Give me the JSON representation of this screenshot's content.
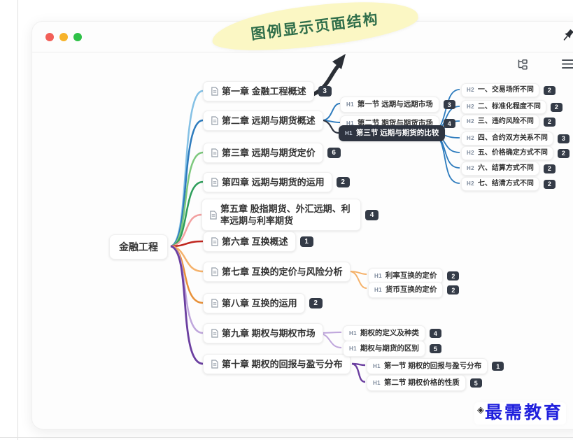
{
  "window": {
    "type": "mac-window",
    "traffic_lights": {
      "close": "#f25f58",
      "minimize": "#f7b32b",
      "zoom": "#2fc148"
    }
  },
  "toolbar": {
    "pin_icon": "push-pin",
    "structure_icon": "tree-structure",
    "menu_icon": "hamburger-menu"
  },
  "callout": {
    "text": "图例显示页面结构",
    "bg_color": "#fbf7c4",
    "text_color": "#2f6e4a",
    "arrow_color": "#2b2f36"
  },
  "mindmap": {
    "root": {
      "label": "金融工程"
    },
    "chapters": [
      {
        "icon": "document",
        "label": "第一章 金融工程概述",
        "badge": "3",
        "color": "#85c1e5"
      },
      {
        "icon": "document",
        "label": "第二章 远期与期货概述",
        "color": "#2d7bbd",
        "sections": [
          {
            "tag": "H1",
            "label": "第一节 远期与远期市场",
            "badge": "3"
          },
          {
            "tag": "H1",
            "label": "第二节 期货与期货市场",
            "badge": "4"
          },
          {
            "tag": "H1",
            "label": "第三节 远期与期货的比较",
            "selected": true,
            "line_color": "#2e3440",
            "children": [
              {
                "tag": "H2",
                "label": "一、交易场所不同",
                "badge": "2"
              },
              {
                "tag": "H2",
                "label": "二、标准化程度不同",
                "badge": "2"
              },
              {
                "tag": "H2",
                "label": "三、违约风险不同",
                "badge": "2"
              },
              {
                "tag": "H2",
                "label": "四、合约双方关系不同",
                "badge": "3"
              },
              {
                "tag": "H2",
                "label": "五、价格确定方式不同",
                "badge": "2"
              },
              {
                "tag": "H2",
                "label": "六、结算方式不同",
                "badge": "2"
              },
              {
                "tag": "H2",
                "label": "七、结清方式不同",
                "badge": "2"
              }
            ]
          }
        ]
      },
      {
        "icon": "document",
        "label": "第三章 远期与期货定价",
        "badge": "6",
        "color": "#7dc87d"
      },
      {
        "icon": "document",
        "label": "第四章 远期与期货的运用",
        "badge": "2",
        "color": "#2e9e5b"
      },
      {
        "icon": "document",
        "label": "第五章 股指期货、外汇远期、利率远期与利率期货",
        "badge": "4",
        "color": "#f2a0a0"
      },
      {
        "icon": "document",
        "label": "第六章 互换概述",
        "badge": "1",
        "color": "#c0261f"
      },
      {
        "icon": "document",
        "label": "第七章 互换的定价与风险分析",
        "color": "#f5b26b",
        "sections": [
          {
            "tag": "H1",
            "label": "利率互换的定价",
            "badge": "2"
          },
          {
            "tag": "H1",
            "label": "货币互换的定价",
            "badge": "2"
          }
        ]
      },
      {
        "icon": "document",
        "label": "第八章 互换的运用",
        "badge": "2",
        "color": "#e8913a"
      },
      {
        "icon": "document",
        "label": "第九章 期权与期权市场",
        "color": "#bfa6dc",
        "sections": [
          {
            "tag": "H1",
            "label": "期权的定义及种类",
            "badge": "4"
          },
          {
            "tag": "H1",
            "label": "期权与期货的区别",
            "badge": "5"
          }
        ]
      },
      {
        "icon": "document",
        "label": "第十章 期权的回报与盈亏分布",
        "color": "#6b3fa0",
        "sections": [
          {
            "tag": "H1",
            "label": "第一节 期权的回报与盈亏分布",
            "badge": "1"
          },
          {
            "tag": "H1",
            "label": "第二节 期权价格的性质",
            "badge": "5"
          }
        ]
      }
    ]
  },
  "watermark": {
    "icon": "diamond-logo",
    "text": "最需教育",
    "text_color": "#2020dd"
  }
}
